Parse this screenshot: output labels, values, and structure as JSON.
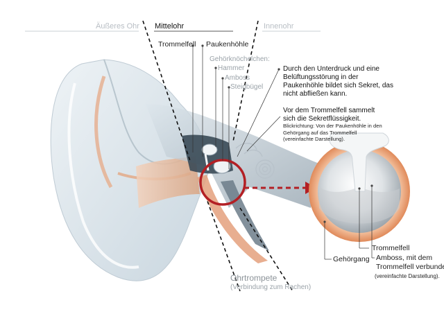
{
  "headers": {
    "outer_ear": "Äußeres Ohr",
    "middle_ear": "Mittelohr",
    "inner_ear": "Innenohr"
  },
  "labels": {
    "eardrum": "Trommelfell",
    "tympanic_cavity": "Paukenhöhle",
    "ossicles": "Gehörknöchelchen:",
    "hammer": "Hammer",
    "anvil": "Amboss",
    "stirrup": "Steigbügel",
    "eustachian_tube": "Ohrtrompete",
    "eustachian_tube_note": "(Verbindung zum Rachen)",
    "ear_canal": "Gehörgang",
    "zoom_eardrum": "Trommelfell",
    "zoom_anvil_line1": "Amboss, mit dem",
    "zoom_anvil_line2": "Trommelfell verbunden",
    "zoom_note": "(vereinfachte Darstellung)."
  },
  "annotations": {
    "para1": "Durch den Unterdruck und eine Belüftungsstörung in der Paukenhöhle bildet sich Sekret, das nicht abfließen kann.",
    "para2": "Vor dem Trommelfell sammelt sich die Sekretflüssigkeit.",
    "view_note": "Blickrichtung: Von der Paukenhöhle in den Gehörgang auf das Trommelfell (vereinfachte Darstellung)."
  },
  "colors": {
    "ear_tissue": "#d9e3ea",
    "canal_skin": "#e8b89a",
    "eardrum_ring": "#e89a70",
    "highlight_circle": "#b31f24",
    "arrow": "#b31f24",
    "fluid": "#c8ccd0"
  }
}
